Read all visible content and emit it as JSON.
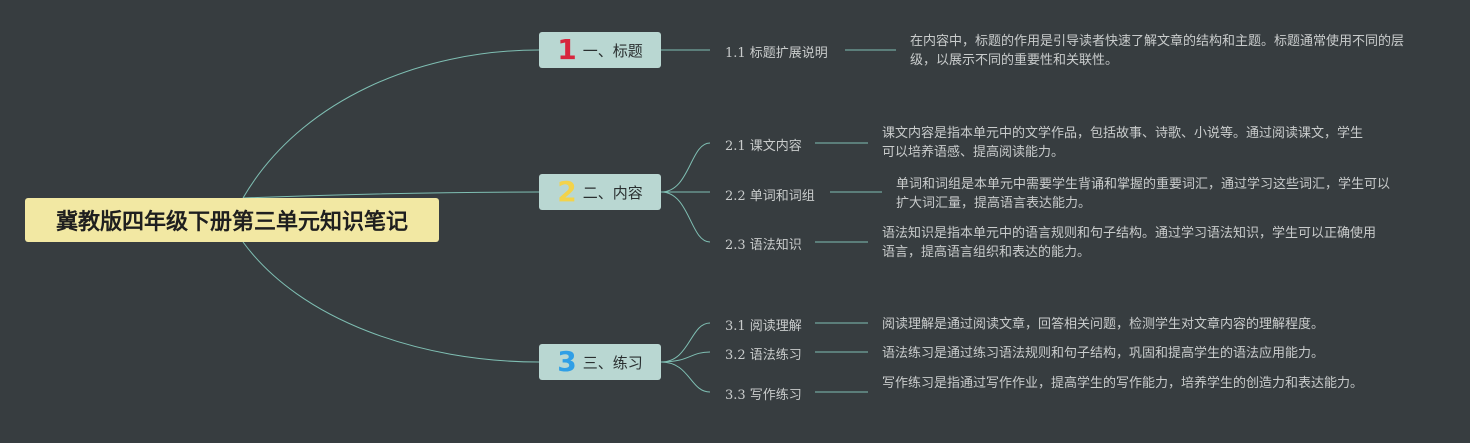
{
  "root": {
    "title": "冀教版四年级下册第三单元知识笔记"
  },
  "branches": [
    {
      "number": "1",
      "label": "一、标题",
      "color": "#d7263d"
    },
    {
      "number": "2",
      "label": "二、内容",
      "color": "#f3d34a"
    },
    {
      "number": "3",
      "label": "三、练习",
      "color": "#2f9fe6"
    }
  ],
  "subtopics": [
    {
      "label": "1.1 标题扩展说明",
      "text": "在内容中，标题的作用是引导读者快速了解文章的结构和主题。标题通常使用不同的层级，以展示不同的重要性和关联性。"
    },
    {
      "label": "2.1 课文内容",
      "text": "课文内容是指本单元中的文学作品，包括故事、诗歌、小说等。通过阅读课文，学生可以培养语感、提高阅读能力。"
    },
    {
      "label": "2.2 单词和词组",
      "text": "单词和词组是本单元中需要学生背诵和掌握的重要词汇，通过学习这些词汇，学生可以扩大词汇量，提高语言表达能力。"
    },
    {
      "label": "2.3 语法知识",
      "text": "语法知识是指本单元中的语言规则和句子结构。通过学习语法知识，学生可以正确使用语言，提高语言组织和表达的能力。"
    },
    {
      "label": "3.1 阅读理解",
      "text": "阅读理解是通过阅读文章，回答相关问题，检测学生对文章内容的理解程度。"
    },
    {
      "label": "3.2 语法练习",
      "text": "语法练习是通过练习语法规则和句子结构，巩固和提高学生的语法应用能力。"
    },
    {
      "label": "3.3 写作练习",
      "text": "写作练习是指通过写作作业，提高学生的写作能力，培养学生的创造力和表达能力。"
    }
  ],
  "colors": {
    "background": "#373d40",
    "connector": "#7fbfb3",
    "root_fill": "#f2e8a3",
    "branch_fill": "#b9d7d2"
  }
}
